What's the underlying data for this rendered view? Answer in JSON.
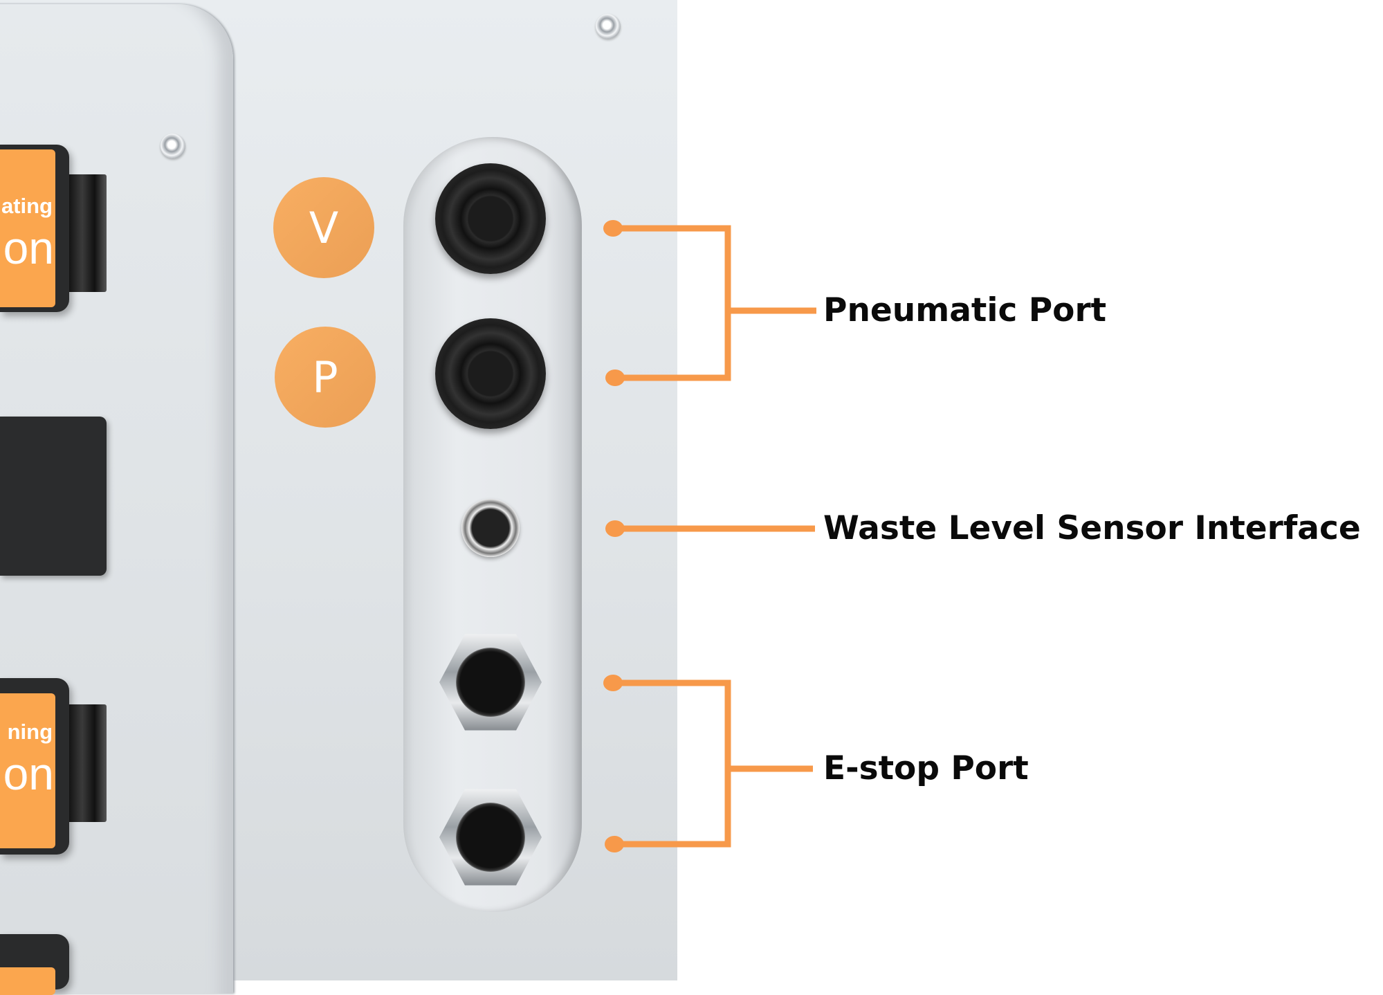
{
  "colors": {
    "accent": "#f7994a",
    "label": "#0a0a0a",
    "panel": "#e3e7ea"
  },
  "screens": [
    {
      "line1": "ating",
      "line2": "on"
    },
    {
      "line1": "ning",
      "line2": "on"
    }
  ],
  "badges": {
    "vacuum": "V",
    "pressure": "P"
  },
  "callouts": {
    "pneumatic": "Pneumatic Port",
    "waste_sensor": "Waste Level Sensor Interface",
    "estop": "E-stop Port"
  }
}
